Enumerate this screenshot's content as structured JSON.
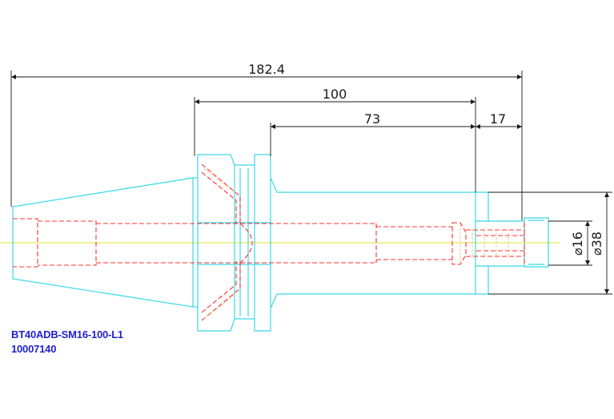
{
  "drawing": {
    "dimensions": {
      "overall_length": "182.4",
      "gauge_to_end": "100",
      "shank_length": "73",
      "nut_length": "17",
      "bore_diameter": "⌀16",
      "nut_diameter": "⌀38"
    },
    "part_number": "BT40ADB-SM16-100-L1",
    "article_number": "10007140",
    "colors": {
      "outline": "#38d8e6",
      "hidden": "#ff3030",
      "centerline": "#e8e85a",
      "dimension": "#1a1a1a",
      "hatch": "#f0c080",
      "label": "#1f1fd0"
    }
  }
}
